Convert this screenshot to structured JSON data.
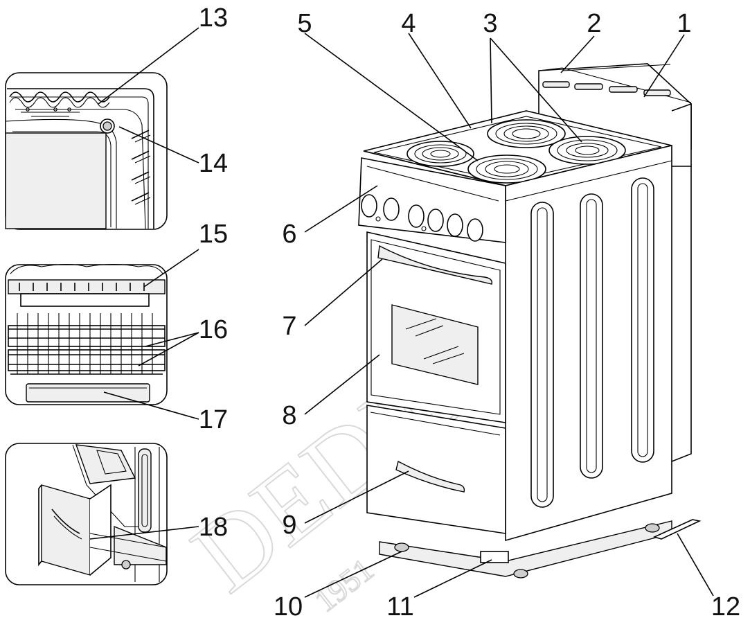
{
  "callouts": [
    {
      "id": "1",
      "label": "1"
    },
    {
      "id": "2",
      "label": "2"
    },
    {
      "id": "3",
      "label": "3"
    },
    {
      "id": "4",
      "label": "4"
    },
    {
      "id": "5",
      "label": "5"
    },
    {
      "id": "6",
      "label": "6"
    },
    {
      "id": "7",
      "label": "7"
    },
    {
      "id": "8",
      "label": "8"
    },
    {
      "id": "9",
      "label": "9"
    },
    {
      "id": "10",
      "label": "10"
    },
    {
      "id": "11",
      "label": "11"
    },
    {
      "id": "12",
      "label": "12"
    },
    {
      "id": "13",
      "label": "13"
    },
    {
      "id": "14",
      "label": "14"
    },
    {
      "id": "15",
      "label": "15"
    },
    {
      "id": "16",
      "label": "16"
    },
    {
      "id": "17",
      "label": "17"
    },
    {
      "id": "18",
      "label": "18"
    }
  ],
  "watermark": {
    "text": "DEDEKERS",
    "year": "1951"
  }
}
